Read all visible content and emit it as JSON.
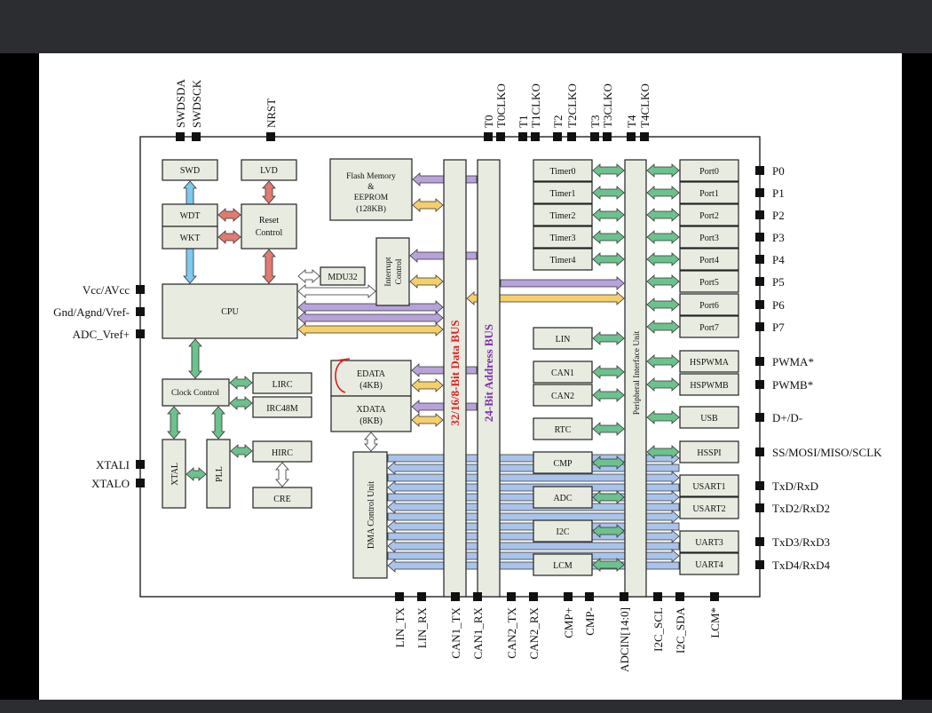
{
  "blocks": {
    "swd": "SWD",
    "lvd": "LVD",
    "wdt": "WDT",
    "wkt": "WKT",
    "reset_line1": "Reset",
    "reset_line2": "Control",
    "mdu32": "MDU32",
    "cpu": "CPU",
    "interrupt_line1": "Interrupt",
    "interrupt_line2": "Control",
    "flash_line1": "Flash Memory",
    "flash_line2": "&",
    "flash_line3": "EEPROM",
    "flash_line4": "(128KB)",
    "clock_control": "Clock Control",
    "lirc": "LIRC",
    "irc48m": "IRC48M",
    "xtal": "XTAL",
    "pll": "PLL",
    "hirc": "HIRC",
    "cre": "CRE",
    "edata_line1": "EDATA",
    "edata_line2": "(4KB)",
    "xdata_line1": "XDATA",
    "xdata_line2": "(8KB)",
    "dma": "DMA Control Unit",
    "data_bus": "32/16/8-Bit Data BUS",
    "address_bus": "24-Bit Address BUS",
    "peripheral_unit": "Peripheral Interface Unit",
    "timers": [
      "Timer0",
      "Timer1",
      "Timer2",
      "Timer3",
      "Timer4"
    ],
    "lin": "LIN",
    "can1": "CAN1",
    "can2": "CAN2",
    "rtc": "RTC",
    "cmp": "CMP",
    "adc": "ADC",
    "i2c": "I2C",
    "lcm": "LCM",
    "ports": [
      "Port0",
      "Port1",
      "Port2",
      "Port3",
      "Port4",
      "Port5",
      "Port6",
      "Port7"
    ],
    "hspwma": "HSPWMA",
    "hspwmb": "HSPWMB",
    "usb": "USB",
    "hsspi": "HSSPI",
    "usart1": "USART1",
    "usart2": "USART2",
    "uart3": "UART3",
    "uart4": "UART4"
  },
  "pins": {
    "top": [
      "SWDSDA",
      "SWDSCK",
      "NRST",
      "T0",
      "T0CLKO",
      "T1",
      "T1CLKO",
      "T2",
      "T2CLKO",
      "T3",
      "T3CLKO",
      "T4",
      "T4CLKO"
    ],
    "left": [
      "Vcc/AVcc",
      "Gnd/Agnd/Vref-",
      "ADC_Vref+",
      "XTALI",
      "XTALO"
    ],
    "right": [
      "P0",
      "P1",
      "P2",
      "P3",
      "P4",
      "P5",
      "P6",
      "P7",
      "PWMA*",
      "PWMB*",
      "D+/D-",
      "SS/MOSI/MISO/SCLK",
      "TxD/RxD",
      "TxD2/RxD2",
      "TxD3/RxD3",
      "TxD4/RxD4"
    ],
    "bottom": [
      "LIN_TX",
      "LIN_RX",
      "CAN1_TX",
      "CAN1_RX",
      "CAN2_TX",
      "CAN2_RX",
      "CMP+",
      "CMP-",
      "ADCIN[14:0]",
      "I2C_SCL",
      "I2C_SDA",
      "LCM*"
    ]
  },
  "colors": {
    "purple_bus": "#b7a3d9",
    "yellow_bus": "#f5cf6c",
    "green_link": "#6cc18d",
    "blue_link": "#a9c3ea",
    "red_link": "#e07b72",
    "sky_link": "#7ec9ef",
    "data_bus_text": "#e02020",
    "address_bus_text": "#7b2fa8",
    "annotation": "#d62020"
  }
}
